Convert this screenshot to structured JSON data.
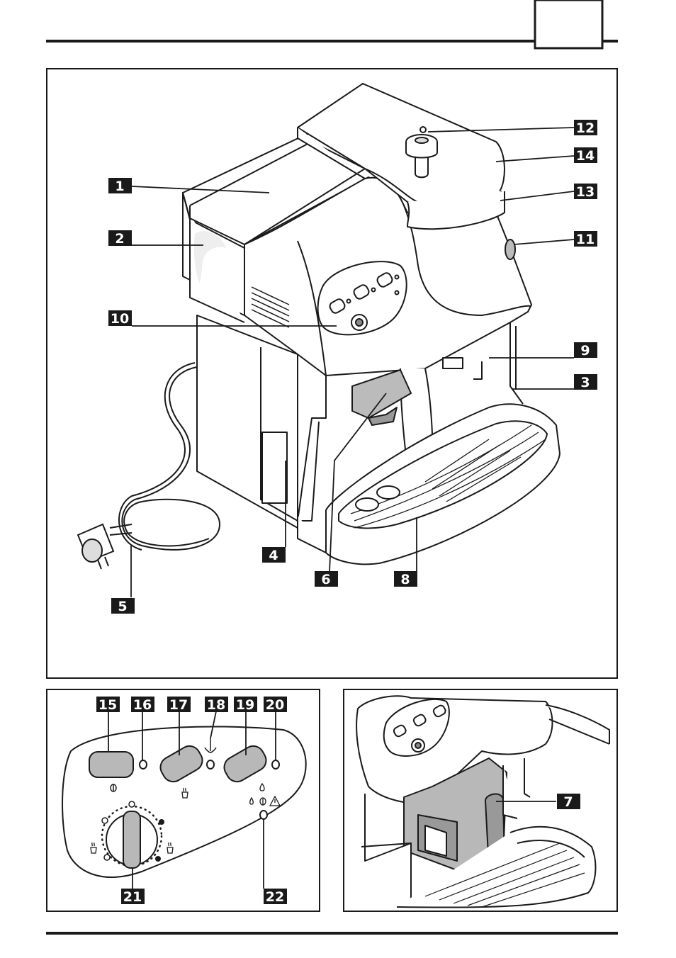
{
  "header": {
    "tab_label": ""
  },
  "main_figure": {
    "callouts": {
      "c1": "1",
      "c2": "2",
      "c3": "3",
      "c4": "4",
      "c5": "5",
      "c6": "6",
      "c8": "8",
      "c9": "9",
      "c10": "10",
      "c11": "11",
      "c12": "12",
      "c13": "13",
      "c14": "14"
    }
  },
  "control_panel": {
    "callouts": {
      "c15": "15",
      "c16": "16",
      "c17": "17",
      "c18": "18",
      "c19": "19",
      "c20": "20",
      "c21": "21",
      "c22": "22"
    }
  },
  "brew_unit_figure": {
    "callouts": {
      "c7": "7"
    }
  },
  "colors": {
    "line": "#1a1a1a",
    "label_bg": "#1a1a1a",
    "label_text": "#ffffff",
    "fill_gray": "#b8b8b8"
  }
}
